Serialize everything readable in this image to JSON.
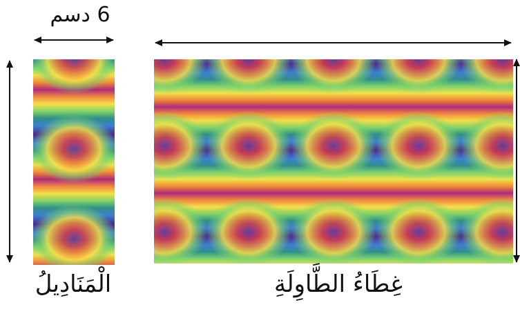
{
  "dimension_label": "6 دسم",
  "napkin": {
    "label": "الْمَنَادِيلُ"
  },
  "tablecloth": {
    "label": "غِطَاءُ الطَّاوِلَةِ"
  },
  "pattern_colors": {
    "purple": "#4a2a8c",
    "blue": "#3d7fd0",
    "teal": "#2f8f8a",
    "green": "#7fd36a",
    "yellow": "#f2e04a",
    "orange": "#f08a3a",
    "red": "#d83a4a",
    "magenta": "#b02a7a"
  },
  "arrow_color": "#111111"
}
